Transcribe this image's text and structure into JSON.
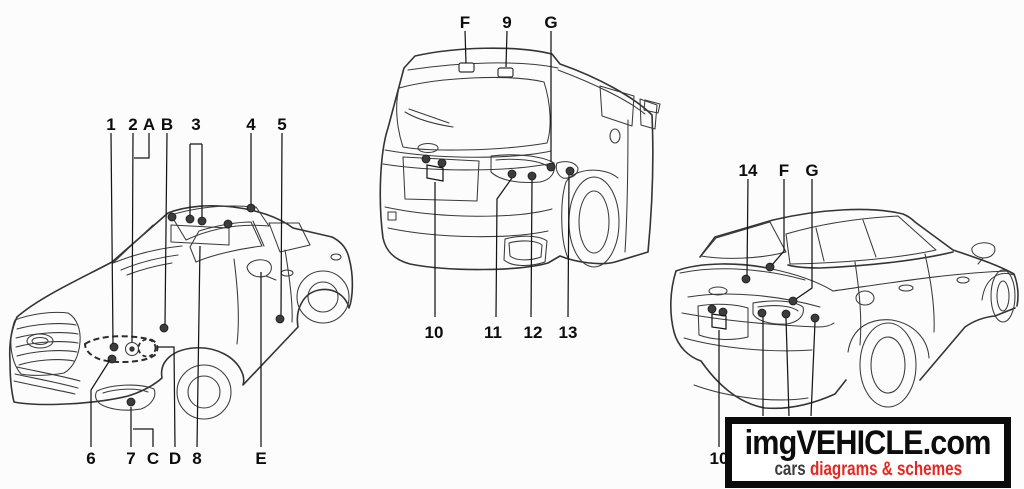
{
  "page": {
    "background_color": "#fcfcfc",
    "artwork_color": "#343434",
    "label_color": "#0d0d0d"
  },
  "views": {
    "sedan_front": {
      "top_labels": [
        "1",
        "2",
        "A",
        "B",
        "3",
        "4",
        "5"
      ],
      "bottom_labels": [
        "6",
        "7",
        "C",
        "D",
        "8",
        "E"
      ]
    },
    "wagon_rear": {
      "top_labels": [
        "F",
        "9",
        "G"
      ],
      "bottom_labels": [
        "10",
        "11",
        "12",
        "13"
      ]
    },
    "sedan_rear": {
      "top_labels": [
        "14",
        "F",
        "G"
      ],
      "bottom_labels": [
        "10"
      ]
    }
  },
  "watermark": {
    "title": "imgVEHICLE.com",
    "tagline_prefix": "cars",
    "tagline_accent": "diagrams & schemes",
    "accent_color": "#e8251f",
    "title_color": "#0d0d0d",
    "border_color": "#0b0b0b"
  }
}
